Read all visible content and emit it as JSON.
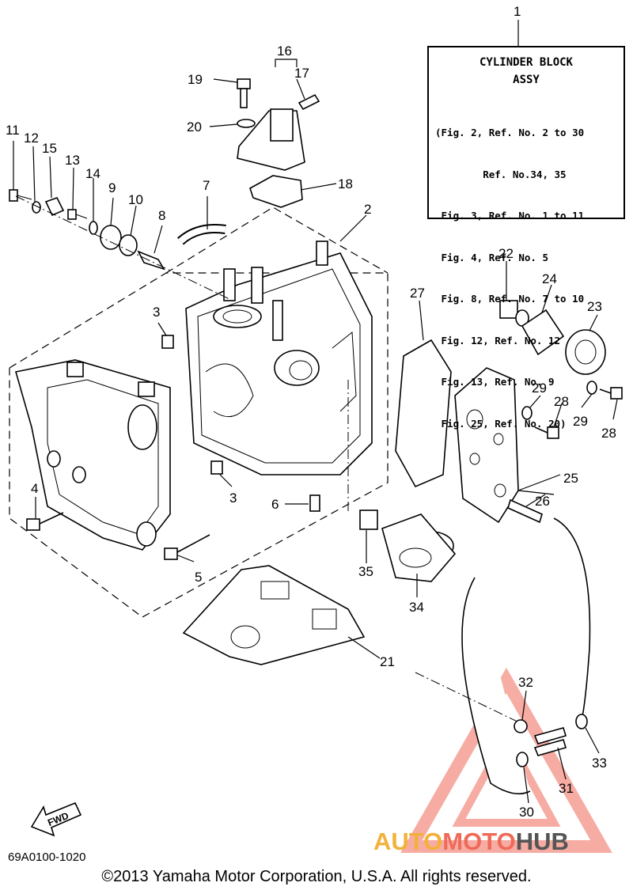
{
  "legend": {
    "ref": "1",
    "title_line1": "CYLINDER BLOCK",
    "title_line2": "ASSY",
    "lines": [
      "(Fig. 2, Ref. No. 2 to 30",
      "        Ref. No.34, 35",
      " Fig. 3, Ref. No. 1 to 11",
      " Fig. 4, Ref. No. 5",
      " Fig. 8, Ref. No. 7 to 10",
      " Fig. 12, Ref. No. 12",
      " Fig. 13, Ref. No. 9",
      " Fig. 25, Ref. No. 20)"
    ]
  },
  "callouts": {
    "c2": "2",
    "c3a": "3",
    "c3b": "3",
    "c4": "4",
    "c5": "5",
    "c6": "6",
    "c7": "7",
    "c8": "8",
    "c9": "9",
    "c10": "10",
    "c11": "11",
    "c12": "12",
    "c13": "13",
    "c14": "14",
    "c15": "15",
    "c16": "16",
    "c17": "17",
    "c18": "18",
    "c19": "19",
    "c20": "20",
    "c21": "21",
    "c22": "22",
    "c23": "23",
    "c24": "24",
    "c25": "25",
    "c26": "26",
    "c27": "27",
    "c28a": "28",
    "c28b": "28",
    "c29a": "29",
    "c29b": "29",
    "c30": "30",
    "c31": "31",
    "c32": "32",
    "c33": "33",
    "c34": "34",
    "c35": "35"
  },
  "fwd_label": "FWD",
  "doc_code": "69A0100-1020",
  "copyright": "©2013 Yamaha Motor Corporation, U.S.A. All rights reserved.",
  "brand": {
    "part1": "AUTO",
    "part2": "MOTO",
    "part3": "HUB"
  },
  "colors": {
    "line": "#000000",
    "brand_auto": "#f2b13a",
    "brand_moto": "#ef6a58",
    "brand_hub": "#555555",
    "watermark": "#ef6a58"
  }
}
